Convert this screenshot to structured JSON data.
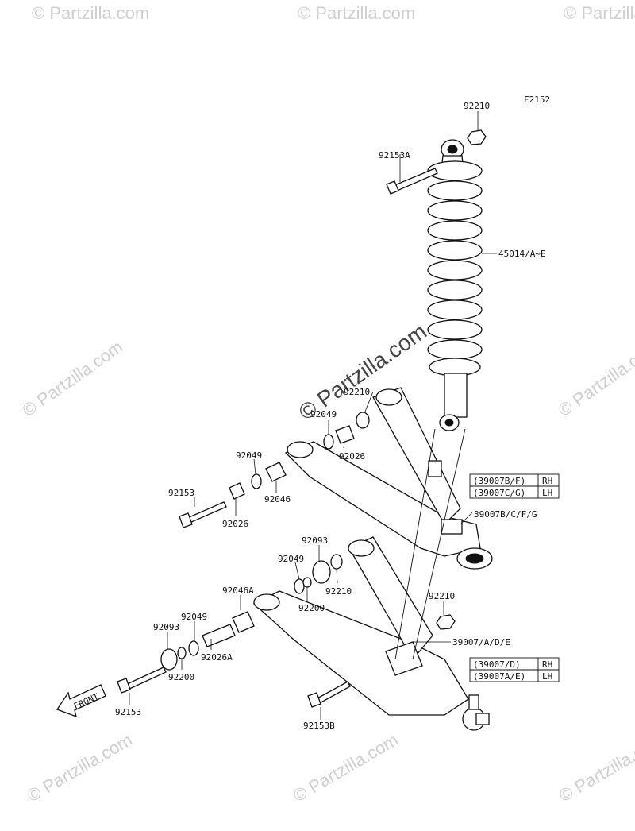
{
  "figure_code": "F2152",
  "watermark": "© Partzilla.com",
  "labels": {
    "p92210_top": "92210",
    "p92153A": "92153A",
    "p45014": "45014/A~E",
    "p92210_mid": "92210",
    "p92049_mid": "92049",
    "p92026_mid": "92026",
    "p92049_left": "92049",
    "p92046": "92046",
    "p92153": "92153",
    "p92026_left": "92026",
    "p39007BCFG": "39007B/C/F/G",
    "p92093_mid": "92093",
    "p92049_low": "92049",
    "p92210_low": "92210",
    "p92200_mid": "92200",
    "p92046A": "92046A",
    "p92049_low2": "92049",
    "p92093_low": "92093",
    "p92026A": "92026A",
    "p92200_low": "92200",
    "p92153_low": "92153",
    "p92210_right": "92210",
    "p39007ADE": "39007/A/D/E",
    "p92153B": "92153B",
    "front": "FRONT"
  },
  "tables": {
    "upper": {
      "rows": [
        {
          "part": "(39007B/F)",
          "side": "RH"
        },
        {
          "part": "(39007C/G)",
          "side": "LH"
        }
      ]
    },
    "lower": {
      "rows": [
        {
          "part": "(39007/D)",
          "side": "RH"
        },
        {
          "part": "(39007A/E)",
          "side": "LH"
        }
      ]
    }
  }
}
